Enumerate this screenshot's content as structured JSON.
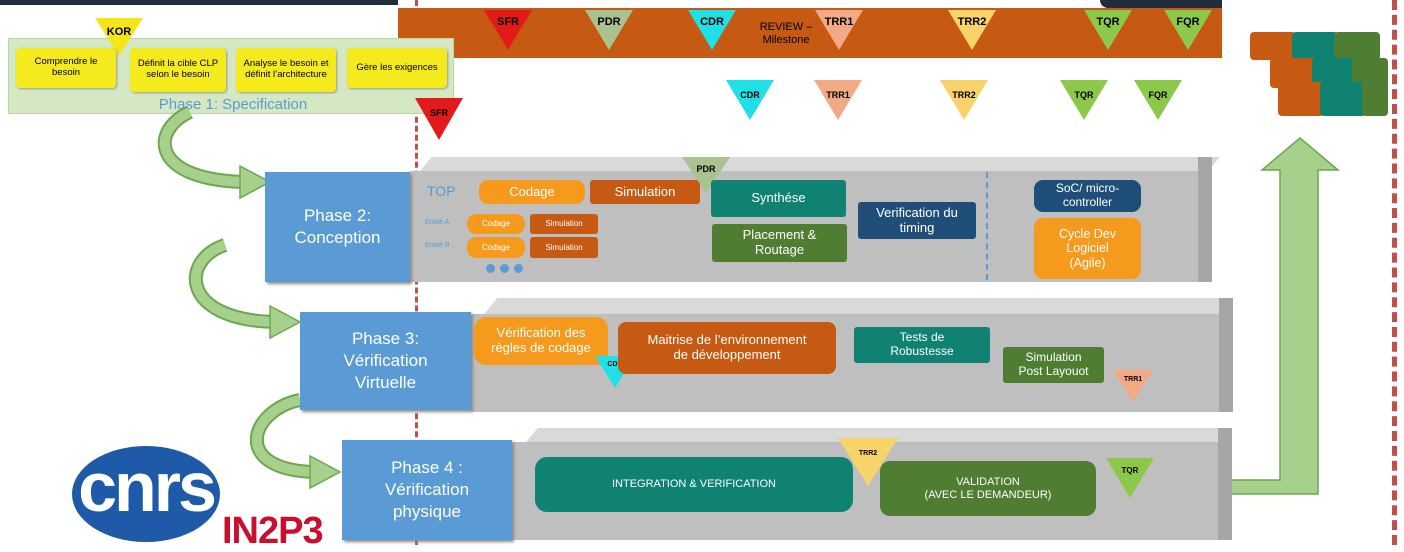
{
  "top_banner": {
    "review_label": "REVIEW –\nMilestone",
    "milestones": [
      "SFR",
      "PDR",
      "CDR",
      "TRR1",
      "TRR2",
      "TQR",
      "FQR"
    ]
  },
  "phase1": {
    "kor_label": "KOR",
    "tasks": [
      "Comprendre le besoin",
      "Définit la cible CLP selon le besoin",
      "Analyse le besoin et définit l’architecture",
      "Gère les exigences"
    ],
    "title": "Phase 1: Specification",
    "sfr_label": "SFR"
  },
  "review_row": [
    "CDR",
    "TRR1",
    "TRR2",
    "TQR",
    "FQR"
  ],
  "phase2": {
    "title": "Phase 2:\nConception",
    "top_label": "TOP",
    "codage": "Codage",
    "simulation": "Simulation",
    "pdr_label": "PDR",
    "entity_a": "Entité A",
    "entity_b": "Entité B",
    "small_codage": "Codage",
    "small_simulation": "Simulation",
    "synthese": "Synthése",
    "placement": "Placement &\nRoutage",
    "verif_timing": "Verification du\ntiming",
    "soc": "SoC/ micro-\ncontroller",
    "cycle": "Cycle Dev\nLogiciel\n(Agile)"
  },
  "phase3": {
    "title": "Phase 3:\nVérification\nVirtuelle",
    "verif_regles": "Vérification des\nrègles de codage",
    "cdr_label": "CDR",
    "maitrise": "Maitrise de l’environnement\nde développement",
    "tests": "Tests de\nRobustesse",
    "simulation_post": "Simulation\nPost Layouot",
    "trr1_label": "TRR1"
  },
  "phase4": {
    "title": "Phase 4 :\nVérification\nphysique",
    "integration": "INTEGRATION & VERIFICATION",
    "trr2_label": "TRR2",
    "validation": "VALIDATION\n(AVEC LE DEMANDEUR)",
    "tqr_label": "TQR"
  },
  "logo": {
    "cnrs": "cnrs",
    "in2p3": "IN2P3"
  },
  "colors": {
    "banner": "#c65a12",
    "phase_head": "#5b9bd5",
    "orange": "#f59a1c",
    "teal": "#0f8272",
    "green": "#4f7d32",
    "navy": "#1f4e78",
    "yellow": "#f4ea1e",
    "arrow_green": "#9bc77a",
    "dashed_line": "#c0504d"
  }
}
